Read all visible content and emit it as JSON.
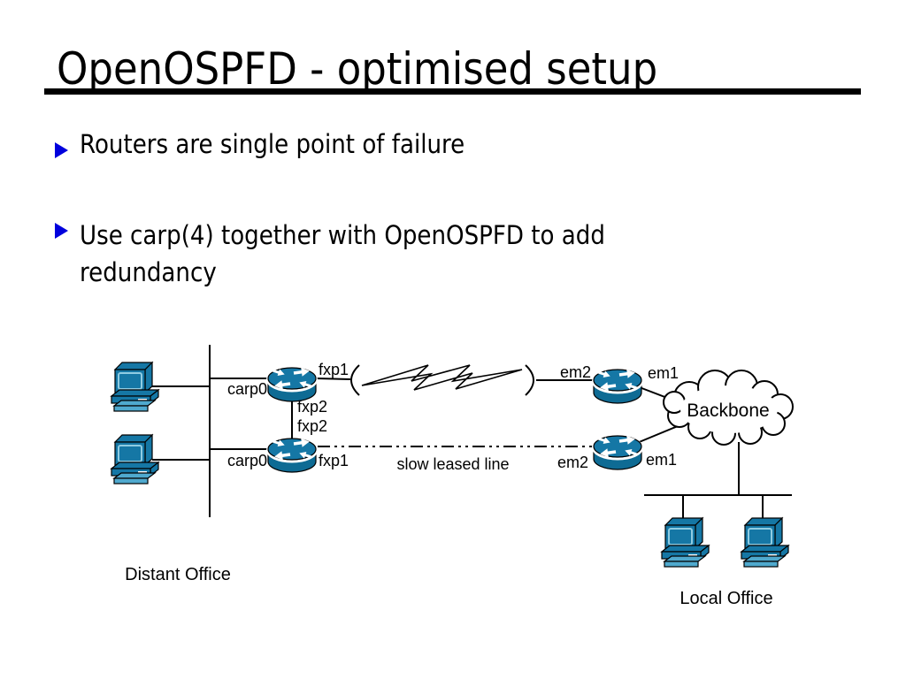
{
  "slide": {
    "title": "OpenOSPFD - optimised setup",
    "bullets": [
      {
        "lines": [
          "Routers are single point of failure"
        ]
      },
      {
        "lines": [
          "Use carp(4) together with OpenOSPFD to add",
          "redundancy"
        ]
      }
    ]
  },
  "diagram": {
    "interface_labels": {
      "r1_left": "carp0",
      "r1_right": "fxp1",
      "r1_down": "fxp2",
      "r2_up": "fxp2",
      "r2_left": "carp0",
      "r2_right": "fxp1",
      "r3_left": "em2",
      "r3_right": "em1",
      "r4_left": "em2",
      "r4_right": "em1"
    },
    "link_label": "slow leased line",
    "cloud_label": "Backbone",
    "site_labels": {
      "left": "Distant Office",
      "right": "Local Office"
    }
  },
  "colors": {
    "bullet_marker": "#0000dd",
    "device_fill": "#1577a5",
    "device_fill_dark": "#0e6b94",
    "device_fill_light": "#4fa9ce",
    "screen_rim": "#8fcce2",
    "line": "#000000",
    "background": "#ffffff"
  }
}
